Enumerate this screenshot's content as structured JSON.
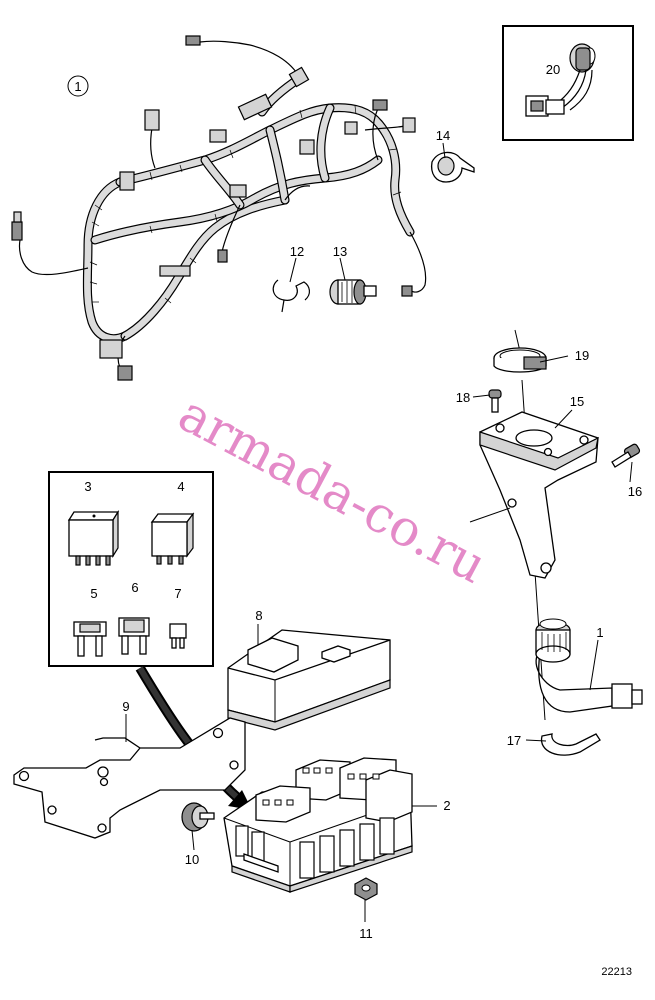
{
  "callouts": {
    "c1": "1",
    "c1b": "1",
    "c2": "2",
    "c3": "3",
    "c4": "4",
    "c5": "5",
    "c6": "6",
    "c7": "7",
    "c8": "8",
    "c9": "9",
    "c10": "10",
    "c11": "11",
    "c12": "12",
    "c13": "13",
    "c14": "14",
    "c15": "15",
    "c16": "16",
    "c17": "17",
    "c18": "18",
    "c19": "19",
    "c20": "20"
  },
  "watermark": "armada-co.ru",
  "reference_number": "22213"
}
